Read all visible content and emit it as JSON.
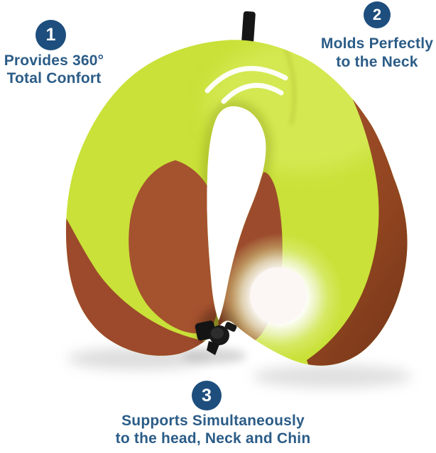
{
  "callouts": [
    {
      "number": "1",
      "lines": [
        "Provides 360°",
        "Total Confort"
      ]
    },
    {
      "number": "2",
      "lines": [
        "Molds Perfectly",
        "to the Neck"
      ]
    },
    {
      "number": "3",
      "lines": [
        "Supports Simultaneously",
        "to the head, Neck and Chin"
      ]
    }
  ],
  "illustration": {
    "description": "avocado-shaped U neck pillow, green body with brown pit patches, black hang tag and black clasp"
  },
  "colors": {
    "badge": "#1e4e7d",
    "text": "#2b5c87",
    "pillow_green": "#c9e138",
    "pillow_green_light": "#e3f272",
    "pillow_olive": "#9fae27",
    "pillow_brown": "#a5522f",
    "pillow_brown_dark": "#7c3a1d",
    "tag_black": "#161616"
  }
}
